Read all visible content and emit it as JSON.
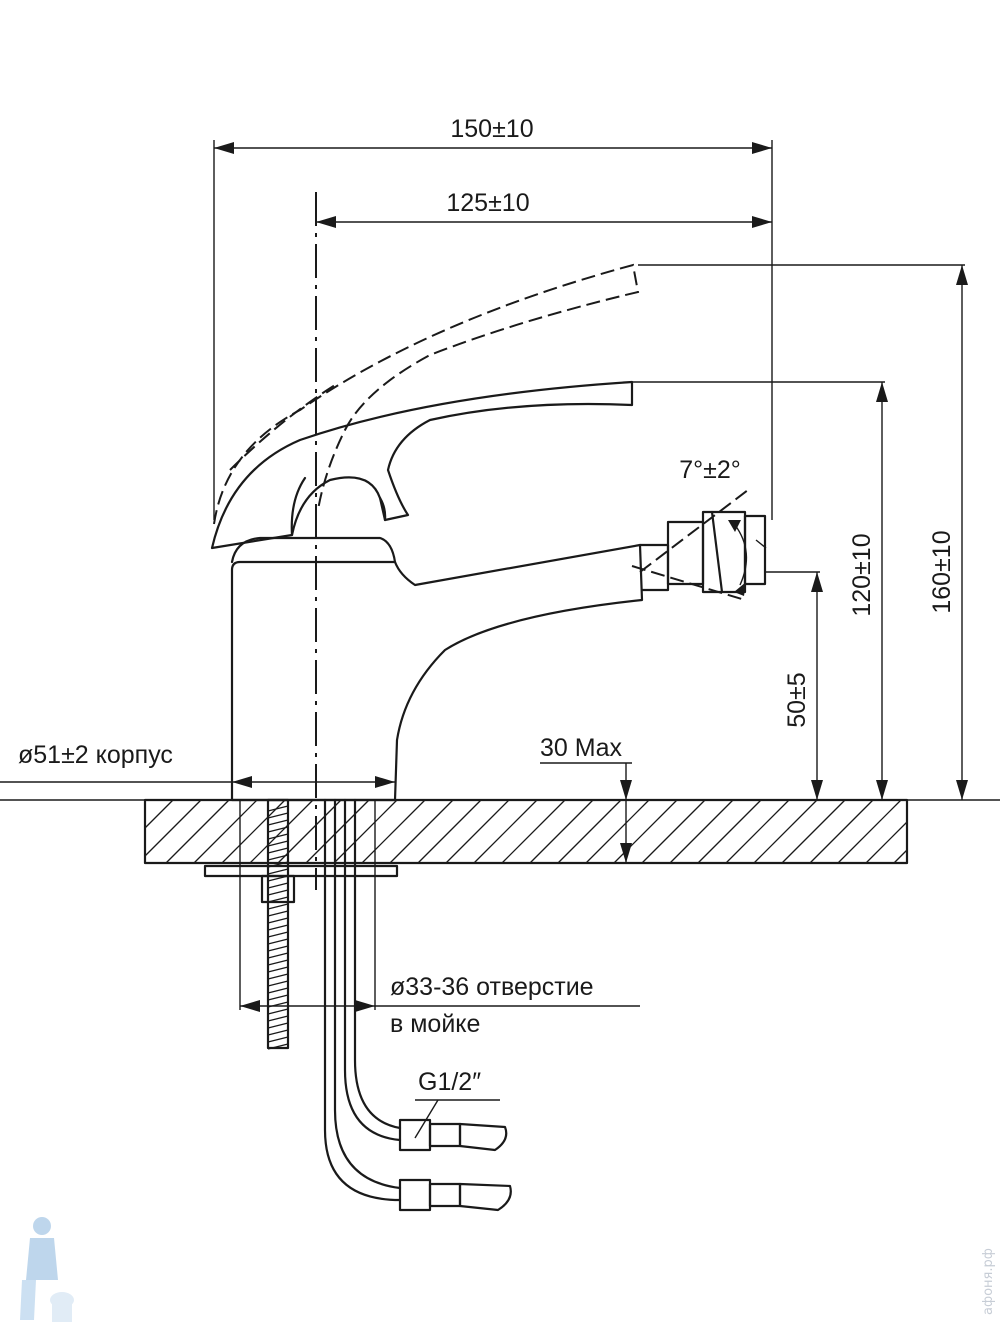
{
  "dimensions": {
    "width_total": "150±10",
    "width_spout": "125±10",
    "height_total": "160±10",
    "height_lever": "120±10",
    "height_spout": "50±5",
    "angle": "7°±2°",
    "body_diameter": "ø51±2 корпус",
    "max_thickness": "30 Max",
    "hole_line1": "ø33-36 отверстие",
    "hole_line2": "в мойке",
    "thread": "G1/2″"
  },
  "watermark": "aфоня.рф",
  "colors": {
    "line": "#1a1a1a",
    "watermark": "#c7cdd6",
    "logo": "#a9c9e6"
  },
  "icons": {
    "logo": "plumber-mascot-icon"
  }
}
